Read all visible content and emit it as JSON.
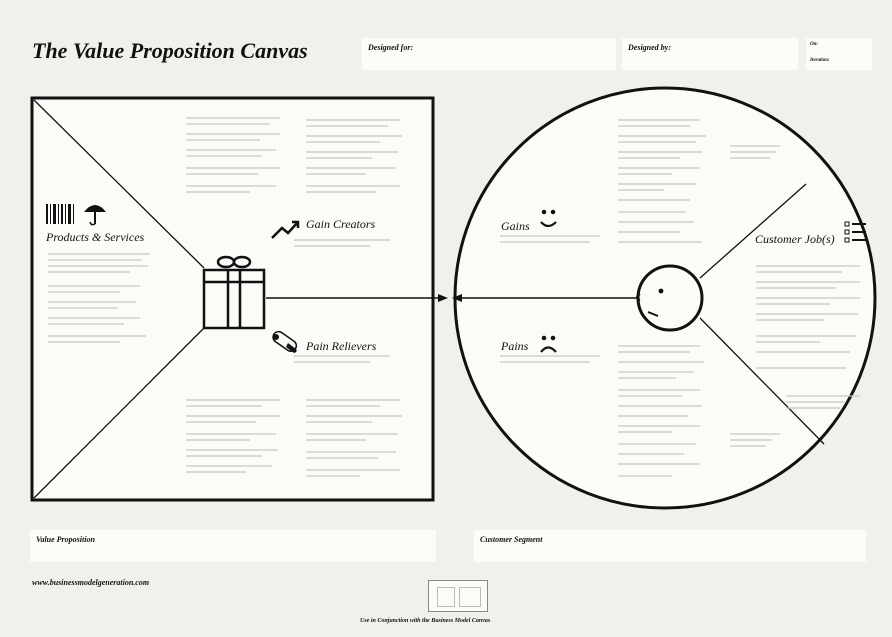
{
  "header": {
    "title": "The Value Proposition Canvas",
    "designed_for_label": "Designed for:",
    "designed_by_label": "Designed by:",
    "on_label": "On:",
    "iteration_label": "Iteration:"
  },
  "value_map": {
    "products_services": "Products & Services",
    "gain_creators": "Gain Creators",
    "pain_relievers": "Pain Relievers"
  },
  "customer_profile": {
    "gains": "Gains",
    "pains": "Pains",
    "customer_jobs": "Customer Job(s)"
  },
  "footer": {
    "value_proposition_label": "Value Proposition",
    "customer_segment_label": "Customer Segment",
    "website": "www.businessmodelgeneration.com",
    "use_note": "Use in Conjunction with the Business Model Canvas"
  },
  "icons": [
    "barcode-icon",
    "umbrella-icon",
    "gift-icon",
    "chart-up-icon",
    "pill-icon",
    "smile-icon",
    "frown-icon",
    "face-icon",
    "checklist-icon"
  ]
}
